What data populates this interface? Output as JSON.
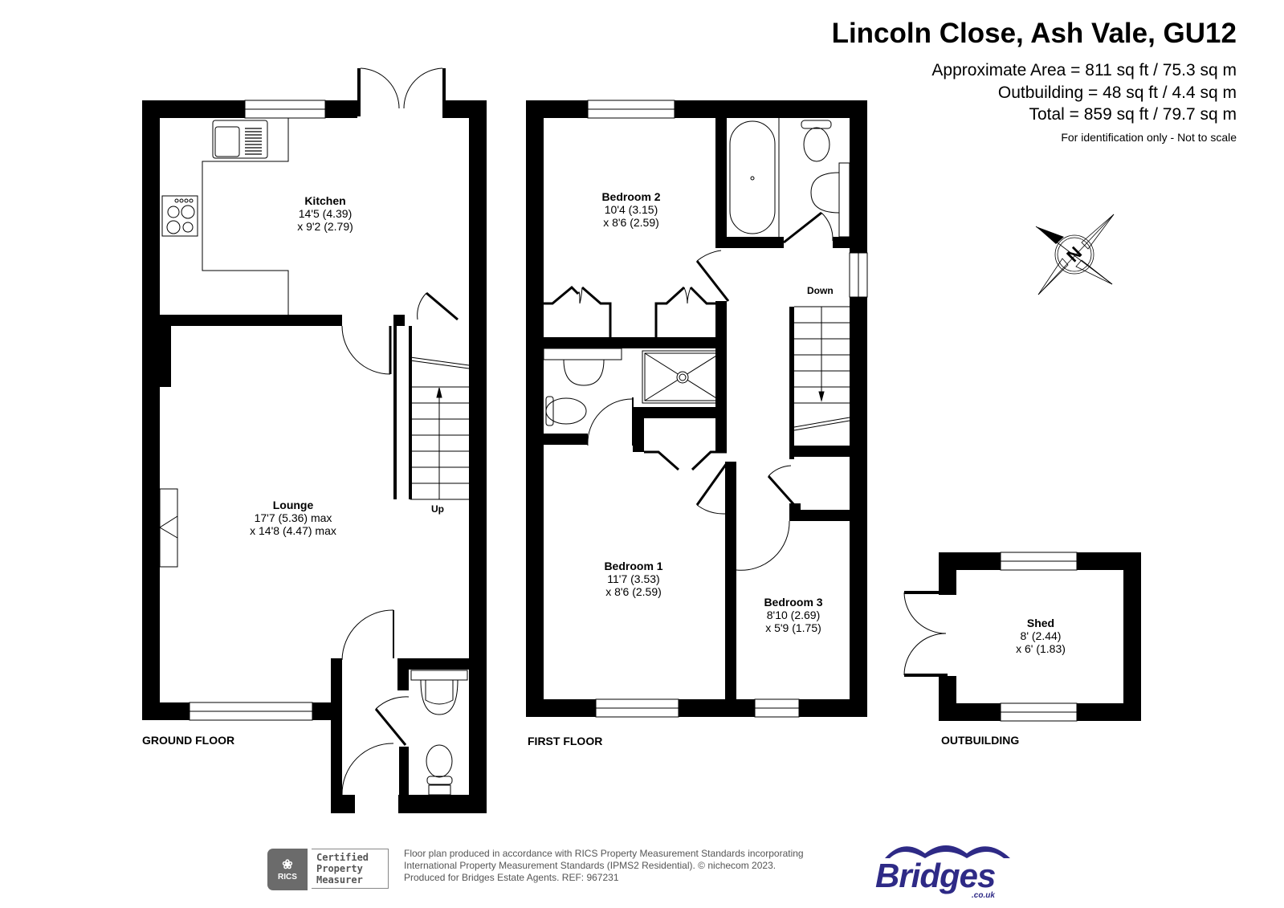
{
  "header": {
    "title": "Lincoln Close, Ash Vale, GU12",
    "area_lines": [
      "Approximate Area = 811 sq ft / 75.3 sq m",
      "Outbuilding = 48 sq ft / 4.4 sq m",
      "Total = 859 sq ft / 79.7 sq m"
    ],
    "disclaimer": "For identification only - Not to scale"
  },
  "floors": {
    "ground": {
      "label": "GROUND FLOOR",
      "stairs_label": "Up",
      "rooms": [
        {
          "name": "Kitchen",
          "dim1": "14'5 (4.39)",
          "dim2": "x 9'2 (2.79)"
        },
        {
          "name": "Lounge",
          "dim1": "17'7 (5.36) max",
          "dim2": "x 14'8 (4.47) max"
        }
      ]
    },
    "first": {
      "label": "FIRST FLOOR",
      "stairs_label": "Down",
      "rooms": [
        {
          "name": "Bedroom 2",
          "dim1": "10'4 (3.15)",
          "dim2": "x 8'6 (2.59)"
        },
        {
          "name": "Bedroom 1",
          "dim1": "11'7 (3.53)",
          "dim2": "x 8'6 (2.59)"
        },
        {
          "name": "Bedroom 3",
          "dim1": "8'10 (2.69)",
          "dim2": "x 5'9 (1.75)"
        }
      ]
    },
    "outbuilding": {
      "label": "OUTBUILDING",
      "rooms": [
        {
          "name": "Shed",
          "dim1": "8' (2.44)",
          "dim2": "x 6' (1.83)"
        }
      ]
    }
  },
  "compass": {
    "label": "N",
    "icon": "compass-north-icon"
  },
  "footer": {
    "rics_badge": "RICS",
    "rics_cert": [
      "Certified",
      "Property",
      "Measurer"
    ],
    "text_lines": [
      "Floor plan produced in accordance with RICS Property Measurement Standards incorporating",
      "International Property Measurement Standards (IPMS2 Residential).   © nichecom 2023.",
      "Produced for Bridges Estate Agents.   REF: 967231"
    ],
    "brand": "Bridges",
    "brand_sub": ".co.uk",
    "brand_color": "#2e2a86"
  }
}
